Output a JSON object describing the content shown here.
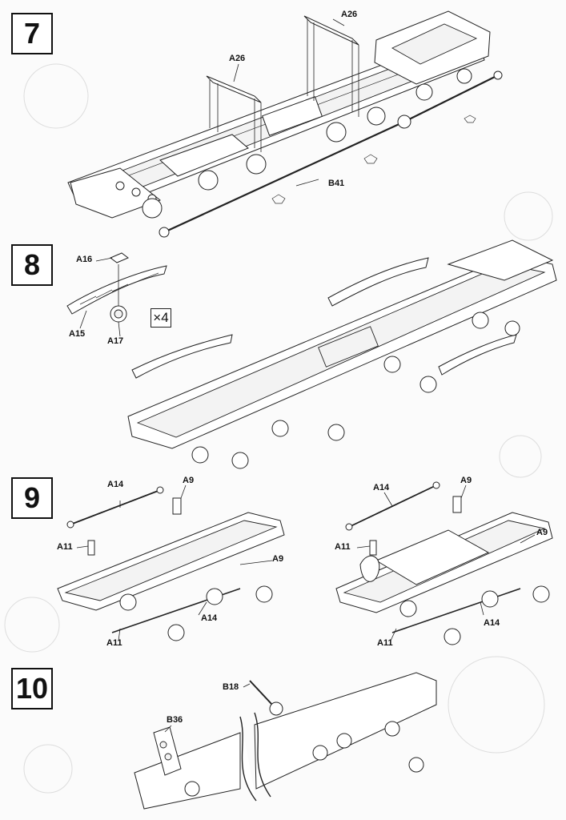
{
  "steps": [
    {
      "number": "7"
    },
    {
      "number": "8",
      "quantity": "×4"
    },
    {
      "number": "9"
    },
    {
      "number": "10"
    }
  ],
  "callouts": {
    "s7_a26_right": "A26",
    "s7_a26_left": "A26",
    "s7_b41": "B41",
    "s8_a16": "A16",
    "s8_a15": "A15",
    "s8_a17": "A17",
    "s9_a14_left": "A14",
    "s9_a9_left": "A9",
    "s9_a11_left_top": "A11",
    "s9_a9_left_mid": "A9",
    "s9_a14_left_low": "A14",
    "s9_a11_left_low": "A11",
    "s9_a14_right": "A14",
    "s9_a9_right": "A9",
    "s9_a9_right_mid": "A9",
    "s9_a11_right_top": "A11",
    "s9_a14_right_low": "A14",
    "s9_a11_right_low": "A11",
    "s10_b18": "B18",
    "s10_b36": "B36"
  }
}
